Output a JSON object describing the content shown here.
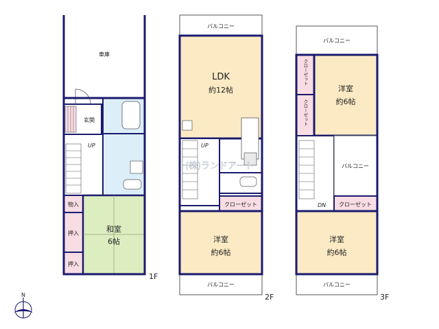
{
  "floors": {
    "first": {
      "floor_label": "1F",
      "garage": "車庫",
      "entrance": "玄関",
      "stair_up": "UP",
      "washitsu_name": "和室",
      "washitsu_size": "6帖",
      "storage_monoire": "物入",
      "oshiire_1": "押入",
      "oshiire_2": "押入"
    },
    "second": {
      "floor_label": "2F",
      "balcony_top": "バルコニー",
      "balcony_bottom": "バルコニー",
      "ldk_name": "LDK",
      "ldk_size": "約12帖",
      "stair_up": "UP",
      "closet": "クローゼット",
      "bedroom_name": "洋室",
      "bedroom_size": "約6帖"
    },
    "third": {
      "floor_label": "3F",
      "balcony_top": "バルコニー",
      "balcony_middle": "バルコニー",
      "balcony_bottom": "バルコニー",
      "closet_left_1": "クローゼット",
      "closet_left_2": "クローゼット",
      "bedroom_top_name": "洋室",
      "bedroom_top_size": "約6帖",
      "stair_dn": "DN",
      "closet_right": "クローゼット",
      "bedroom_bottom_name": "洋室",
      "bedroom_bottom_size": "約6帖"
    }
  },
  "compass": {
    "north": "N"
  },
  "watermark": "(株)ランドアート",
  "colors": {
    "wall": "#1a1a6e",
    "room_yellow": "#fbeac4",
    "room_green": "#dcedc0",
    "wet_blue": "#dceef8",
    "closet_pink": "#f9dde4"
  }
}
